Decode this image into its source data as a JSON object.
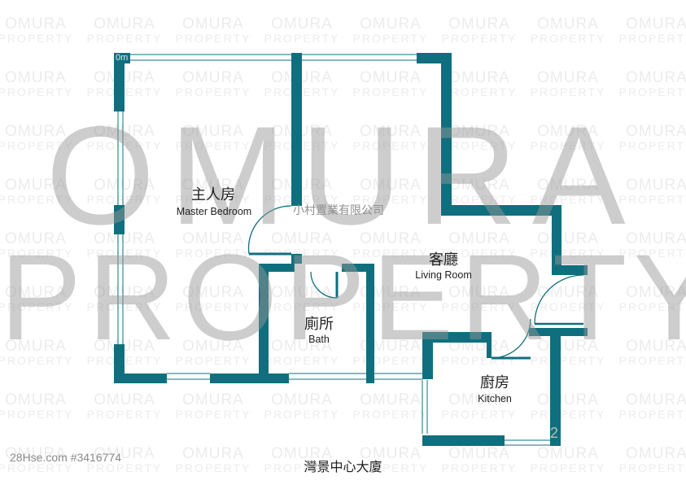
{
  "colors": {
    "wall": "#106f7e",
    "window_line": "#106f7e",
    "door_line": "#106f7e",
    "background": "#ffffff"
  },
  "watermark": {
    "big_line_1": "OMURA",
    "big_line_2": "PROPERTY",
    "tile_line_1": "OMURA",
    "tile_line_2": "PROPERTY"
  },
  "company_text": "小村置業有限公司",
  "listing_id": "28Hse.com #3416774",
  "building_name": "灣景中心大廈",
  "scale_marks": {
    "top_left": "0m",
    "bottom_right": "2"
  },
  "rooms": {
    "master_bedroom": {
      "zh": "主人房",
      "en": "Master Bedroom"
    },
    "living_room": {
      "zh": "客廳",
      "en": "Living Room"
    },
    "bath": {
      "zh": "廁所",
      "en": "Bath"
    },
    "kitchen": {
      "zh": "廚房",
      "en": "Kitchen"
    }
  }
}
